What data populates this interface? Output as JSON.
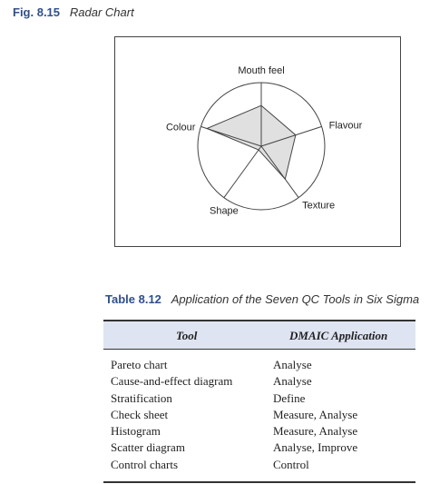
{
  "figure": {
    "number": "Fig. 8.15",
    "title": "Radar Chart"
  },
  "chart_data": {
    "type": "radar",
    "axes": [
      "Mouth feel",
      "Flavour",
      "Texture",
      "Shape",
      "Colour"
    ],
    "values": [
      0.64,
      0.57,
      0.64,
      0.07,
      0.9
    ],
    "range": [
      0,
      1
    ],
    "grid": false,
    "fill_color": "#e0e0e0",
    "stroke_color": "#444444"
  },
  "table": {
    "number": "Table 8.12",
    "title": "Application of the Seven QC Tools in Six Sigma",
    "headers": [
      "Tool",
      "DMAIC Application"
    ],
    "rows": [
      [
        "Pareto chart",
        "Analyse"
      ],
      [
        "Cause-and-effect diagram",
        "Analyse"
      ],
      [
        "Stratification",
        "Define"
      ],
      [
        "Check sheet",
        "Measure, Analyse"
      ],
      [
        "Histogram",
        "Measure, Analyse"
      ],
      [
        "Scatter diagram",
        "Analyse, Improve"
      ],
      [
        "Control charts",
        "Control"
      ]
    ],
    "header_bg": "#dfe4f2"
  },
  "colors": {
    "caption_number": "#2f4f8c"
  }
}
